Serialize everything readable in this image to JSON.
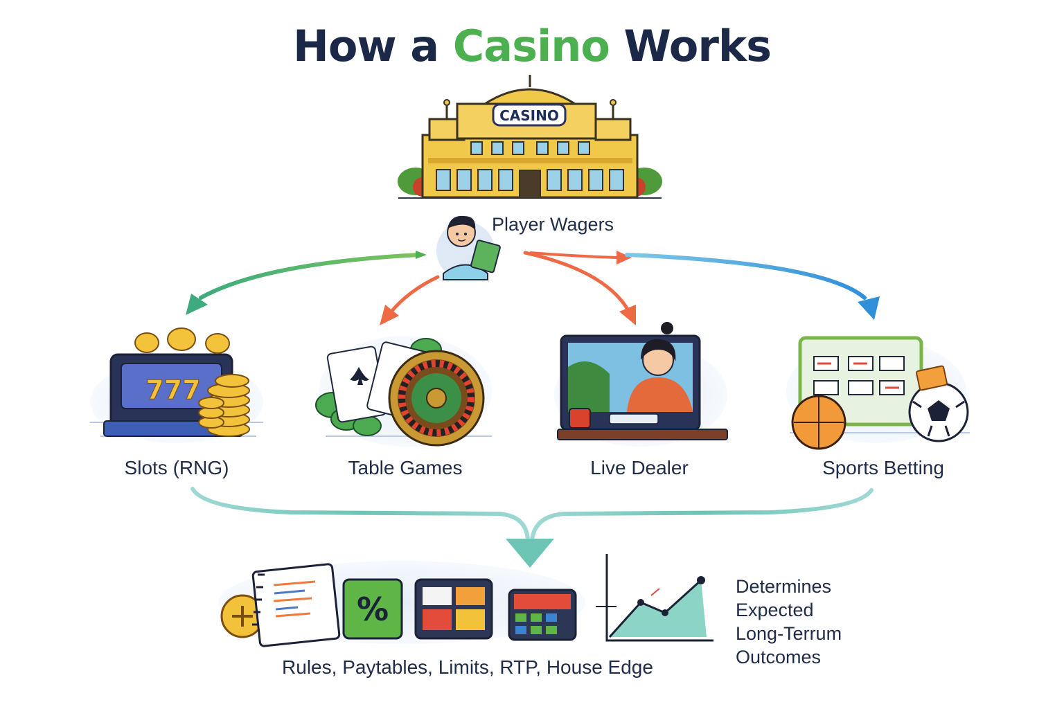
{
  "title": {
    "part1": "How a ",
    "part2": "Casino",
    "part3": " Works",
    "accent_color": "#4caf50"
  },
  "casino": {
    "sign": "CASINO"
  },
  "player": {
    "label": "Player Wagers"
  },
  "games": [
    {
      "label": "Slots (RNG)",
      "icon": "slot-machine-icon",
      "reel_text": "777"
    },
    {
      "label": "Table Games",
      "icon": "cards-roulette-icon"
    },
    {
      "label": "Live Dealer",
      "icon": "live-dealer-monitor-icon"
    },
    {
      "label": "Sports Betting",
      "icon": "sports-betting-icon"
    }
  ],
  "mechanics": {
    "label": "Rules, Paytables, Limits, RTP, House Edge",
    "percent_symbol": "%",
    "icons": [
      "coin-icon",
      "rulebook-icon",
      "percent-icon",
      "paytable-icon",
      "calculator-icon",
      "trend-chart-icon"
    ]
  },
  "outcome": {
    "line1": "Determines",
    "line2": "Expected",
    "line3": "Long-Terrum",
    "line4": "Outcomes"
  },
  "colors": {
    "green_arrow": "#4caf7a",
    "orange_arrow": "#ee6a45",
    "blue_arrow": "#3ba3db",
    "teal_arrow": "#5cc3b2",
    "gold": "#e9b93a",
    "navy": "#1c2847"
  }
}
